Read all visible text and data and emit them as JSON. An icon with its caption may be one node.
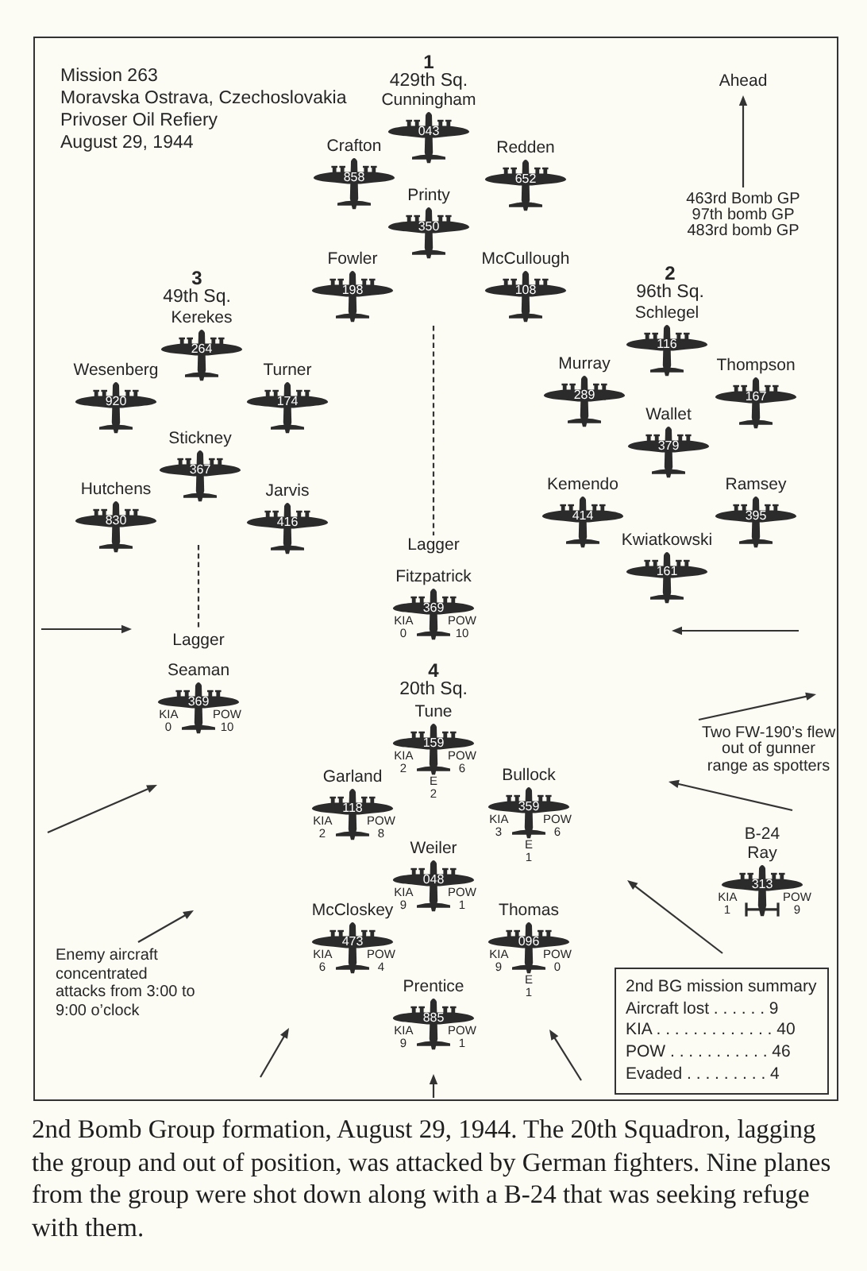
{
  "diagram": {
    "caption": "2nd Bomb Group formation, August 29, 1944. The 20th Squadron, lagging the group and out of position, was attacked by German fighters. Nine planes from the group were shot down along with a B-24 that was seeking refuge with them.",
    "nodes": [
      {
        "text": [
          "Cunningham",
          "043"
        ]
      },
      {
        "text": [
          "Crafton",
          "858"
        ]
      },
      {
        "text": [
          "Redden",
          "652"
        ]
      },
      {
        "text": [
          "Printy",
          "350"
        ]
      },
      {
        "text": [
          "Fowler",
          "198"
        ]
      },
      {
        "text": [
          "McCullough",
          "108"
        ]
      },
      {
        "text": [
          "Kerekes",
          "264"
        ]
      },
      {
        "text": [
          "Wesenberg",
          "920"
        ]
      },
      {
        "text": [
          "Turner",
          "174"
        ]
      },
      {
        "text": [
          "Stickney",
          "367"
        ]
      },
      {
        "text": [
          "Hutchens",
          "830"
        ]
      },
      {
        "text": [
          "Jarvis",
          "416"
        ]
      },
      {
        "text": [
          "Schlegel",
          "116"
        ]
      },
      {
        "text": [
          "Murray",
          "289"
        ]
      },
      {
        "text": [
          "Thompson",
          "167"
        ]
      },
      {
        "text": [
          "Wallet",
          "379"
        ]
      },
      {
        "text": [
          "Kemendo",
          "414"
        ]
      },
      {
        "text": [
          "Ramsey",
          "395"
        ]
      },
      {
        "text": [
          "Kwiatkowski",
          "161"
        ]
      },
      {
        "text": [
          "Fitzpatrick",
          "369",
          "KIA 0",
          "POW 10"
        ],
        "beside": [
          "Lagger"
        ]
      },
      {
        "text": [
          "Seaman",
          "369",
          "KIA 0",
          "POW 10"
        ],
        "beside": [
          "Lagger"
        ]
      },
      {
        "text": [
          "Tune",
          "159",
          "KIA 2",
          "POW 6",
          "E 2"
        ]
      },
      {
        "text": [
          "Garland",
          "118",
          "KIA 2",
          "POW 8"
        ]
      },
      {
        "text": [
          "Bullock",
          "359",
          "KIA 3",
          "POW 6",
          "E 1"
        ]
      },
      {
        "text": [
          "Weiler",
          "048",
          "KIA 9",
          "POW 1"
        ]
      },
      {
        "text": [
          "McCloskey",
          "473",
          "KIA 6",
          "POW 4"
        ]
      },
      {
        "text": [
          "Thomas",
          "096",
          "KIA 9",
          "POW 0",
          "E 1"
        ]
      },
      {
        "text": [
          "Prentice",
          "885",
          "KIA 9",
          "POW 1"
        ]
      },
      {
        "text": [
          "Ray",
          "313",
          "KIA 1",
          "POW 9"
        ],
        "beside": [
          "B-24"
        ]
      },
      {
        "text": [
          "2nd BG mission summary",
          "Aircraft lost . . . . . . 9",
          "KIA . . . . . . . . . . . . . 40",
          "POW . . . . . . . . . . . 46",
          "Evaded . . . . . . . . . 4"
        ]
      }
    ],
    "edges": [
      {
        "from": null,
        "to": 19,
        "arrow": "none",
        "style": "dashed"
      },
      {
        "from": null,
        "to": 20,
        "arrow": "none",
        "style": "dashed"
      }
    ],
    "labels": [
      "Mission 263",
      "Moravska Ostrava, Czechoslovakia",
      "Privoser Oil Refiery",
      "August 29, 1944",
      "1",
      "429th Sq.",
      "Ahead",
      "463rd Bomb GP",
      "97th bomb GP",
      "483rd bomb GP",
      "2",
      "96th Sq.",
      "3",
      "49th Sq.",
      "4",
      "20th Sq.",
      "Two FW-190’s flew out of gunner range as spotters",
      "Enemy aircraft concentrated attacks from 3:00 to 9:00 o’clock"
    ]
  }
}
